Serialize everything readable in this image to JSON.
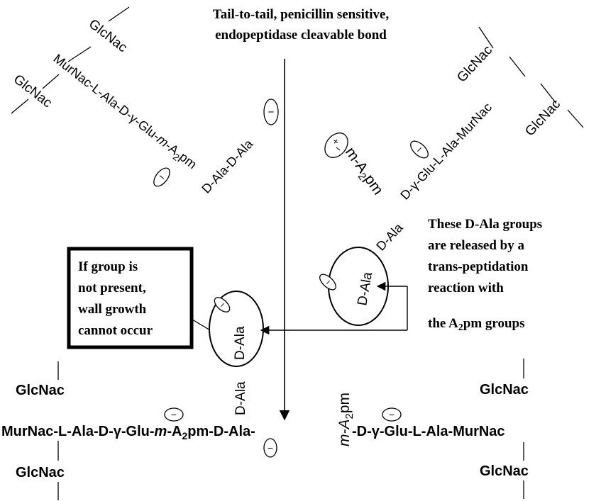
{
  "title": {
    "line1": "Tail-to-tail, penicillin sensitive,",
    "line2": "endopeptidase cleavable bond"
  },
  "strand_upper_left": {
    "glcnac_top": "GlcNac",
    "glcnac_bottom": "GlcNac",
    "chain": "MurNac-L-Ala-D-γ-Glu-",
    "m": "m",
    "a2pm": "-A",
    "a2pm_sub": "2",
    "a2pm_end": "pm",
    "side_chain": "D-Ala-D-Ala"
  },
  "strand_upper_right": {
    "glcnac_top": "GlcNac",
    "glcnac_bottom": "GlcNac",
    "chain": "D-γ-Glu-L-Ala-MurNac",
    "a2pm": "m-A",
    "a2pm_sub": "2",
    "a2pm_end": "pm",
    "side_chain": "D-Ala",
    "ellipse_label": "D-Ala"
  },
  "annotation_right": {
    "line1": "These D-Ala groups",
    "line2": "are released by a",
    "line3": "trans-peptidation",
    "line4": "reaction with",
    "line5_pre": "the A",
    "line5_sub": "2",
    "line5_post": "pm groups"
  },
  "box_left": {
    "line1": "If group is",
    "line2": "not present,",
    "line3": "wall growth",
    "line4": "cannot occur"
  },
  "middle": {
    "vertical_dala": "D-Ala",
    "ellipse_label": "D-Ala",
    "vertical_a2pm": "m-A",
    "vertical_a2pm_sub": "2",
    "vertical_a2pm_end": "pm"
  },
  "bottom_strand": {
    "glcnac_left_top": "GlcNac",
    "glcnac_left_bottom": "GlcNac",
    "glcnac_right_top": "GlcNac",
    "glcnac_right_bottom": "GlcNac",
    "chain_part1": "MurNac-L-Ala-D-γ-Glu-",
    "chain_m": "m",
    "chain_part2": "-A",
    "chain_sub": "2",
    "chain_part3": "pm-D-Ala-",
    "chain_part4": "-D-γ-Glu-L-Ala-MurNac"
  },
  "charges": {
    "minus": "−",
    "plus": "+"
  }
}
